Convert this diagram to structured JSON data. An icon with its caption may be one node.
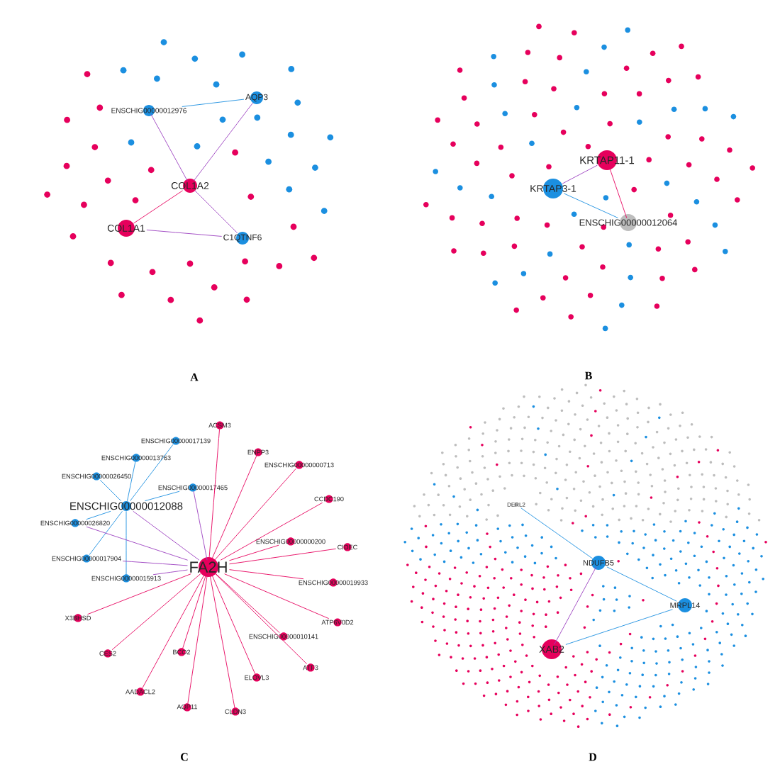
{
  "diagram": {
    "nodes": [
      {
        "text": [
          "COL1A1"
        ]
      },
      {
        "text": [
          "COL1A2"
        ]
      },
      {
        "text": [
          "AQP3"
        ]
      },
      {
        "text": [
          "C1QTNF6"
        ]
      },
      {
        "text": [
          "ENSCHIG00000012976"
        ]
      },
      {
        "text": [
          "KRTAP11-1"
        ]
      },
      {
        "text": [
          "KRTAP3-1"
        ]
      },
      {
        "text": [
          "ENSCHIG00000012064"
        ]
      },
      {
        "text": [
          "FA2H"
        ]
      },
      {
        "text": [
          "ENSCHIG00000012088"
        ]
      },
      {
        "text": [
          "ENSCHIG00000017139"
        ]
      },
      {
        "text": [
          "ENSCHIG00000013763"
        ]
      },
      {
        "text": [
          "ENSCHIG00000026450"
        ]
      },
      {
        "text": [
          "ENSCHIG00000017465"
        ]
      },
      {
        "text": [
          "ENSCHIG00000026820"
        ]
      },
      {
        "text": [
          "ENSCHIG00000017904"
        ]
      },
      {
        "text": [
          "ENSCHIG00000015913"
        ]
      },
      {
        "text": [
          "ACSM3"
        ]
      },
      {
        "text": [
          "ENPP3"
        ]
      },
      {
        "text": [
          "ENSCHIG00000000713"
        ]
      },
      {
        "text": [
          "CCDC190"
        ]
      },
      {
        "text": [
          "ENSCHIG00000000200"
        ]
      },
      {
        "text": [
          "CIDEC"
        ]
      },
      {
        "text": [
          "ENSCHIG00000019933"
        ]
      },
      {
        "text": [
          "ATP6V0D2"
        ]
      },
      {
        "text": [
          "ENSCHIG00000010141"
        ]
      },
      {
        "text": [
          "ATF3"
        ]
      },
      {
        "text": [
          "ELOVL3"
        ]
      },
      {
        "text": [
          "CLDN3"
        ]
      },
      {
        "text": [
          "AQP11"
        ]
      },
      {
        "text": [
          "AADACL2"
        ]
      },
      {
        "text": [
          "BCO2"
        ]
      },
      {
        "text": [
          "CES2"
        ]
      },
      {
        "text": [
          "X3BHSD"
        ]
      },
      {
        "text": [
          "XAB2"
        ]
      },
      {
        "text": [
          "NDUFB5"
        ]
      },
      {
        "text": [
          "MRPL14"
        ]
      },
      {
        "text": [
          "DERL2"
        ]
      }
    ],
    "edges": [
      {
        "from": 0,
        "to": 1,
        "arrow": "none"
      },
      {
        "from": 1,
        "to": 2,
        "arrow": "none",
        "color": "#9b3fc0"
      },
      {
        "from": 1,
        "to": 3,
        "arrow": "none",
        "color": "#9b3fc0"
      },
      {
        "from": 0,
        "to": 3,
        "arrow": "none",
        "color": "#9b3fc0"
      },
      {
        "from": 4,
        "to": 1,
        "arrow": "none",
        "color": "#9b3fc0"
      },
      {
        "from": 4,
        "to": 2,
        "arrow": "none",
        "color": "#1b8fe0"
      },
      {
        "from": 5,
        "to": 6,
        "arrow": "none",
        "color": "#9b3fc0"
      },
      {
        "from": 5,
        "to": 7,
        "arrow": "none"
      },
      {
        "from": 6,
        "to": 7,
        "arrow": "none",
        "color": "#1b8fe0"
      },
      {
        "from": 8,
        "to": 9,
        "arrow": "none",
        "color": "#9b3fc0"
      },
      {
        "from": 9,
        "to": 10,
        "arrow": "none",
        "color": "#1b8fe0"
      },
      {
        "from": 9,
        "to": 11,
        "arrow": "none",
        "color": "#1b8fe0"
      },
      {
        "from": 9,
        "to": 12,
        "arrow": "none",
        "color": "#1b8fe0"
      },
      {
        "from": 9,
        "to": 13,
        "arrow": "none",
        "color": "#1b8fe0"
      },
      {
        "from": 9,
        "to": 14,
        "arrow": "none",
        "color": "#1b8fe0"
      },
      {
        "from": 9,
        "to": 15,
        "arrow": "none",
        "color": "#1b8fe0"
      },
      {
        "from": 9,
        "to": 16,
        "arrow": "none",
        "color": "#1b8fe0"
      },
      {
        "from": 8,
        "to": 13,
        "arrow": "none",
        "color": "#9b3fc0"
      },
      {
        "from": 8,
        "to": 14,
        "arrow": "none",
        "color": "#9b3fc0"
      },
      {
        "from": 8,
        "to": 15,
        "arrow": "none",
        "color": "#9b3fc0"
      },
      {
        "from": 8,
        "to": 16,
        "arrow": "none",
        "color": "#9b3fc0"
      },
      {
        "from": 8,
        "to": 17,
        "arrow": "none"
      },
      {
        "from": 8,
        "to": 18,
        "arrow": "none"
      },
      {
        "from": 8,
        "to": 19,
        "arrow": "none"
      },
      {
        "from": 8,
        "to": 20,
        "arrow": "none"
      },
      {
        "from": 8,
        "to": 21,
        "arrow": "none"
      },
      {
        "from": 8,
        "to": 22,
        "arrow": "none"
      },
      {
        "from": 8,
        "to": 23,
        "arrow": "none"
      },
      {
        "from": 8,
        "to": 24,
        "arrow": "none"
      },
      {
        "from": 8,
        "to": 25,
        "arrow": "none"
      },
      {
        "from": 8,
        "to": 26,
        "arrow": "none"
      },
      {
        "from": 8,
        "to": 27,
        "arrow": "none"
      },
      {
        "from": 8,
        "to": 28,
        "arrow": "none"
      },
      {
        "from": 8,
        "to": 29,
        "arrow": "none"
      },
      {
        "from": 8,
        "to": 30,
        "arrow": "none"
      },
      {
        "from": 8,
        "to": 31,
        "arrow": "none"
      },
      {
        "from": 8,
        "to": 32,
        "arrow": "none"
      },
      {
        "from": 8,
        "to": 33,
        "arrow": "none"
      },
      {
        "from": 34,
        "to": 35,
        "arrow": "none",
        "color": "#9b3fc0"
      },
      {
        "from": 35,
        "to": 36,
        "arrow": "none",
        "color": "#1b8fe0"
      },
      {
        "from": 36,
        "to": 34,
        "arrow": "none",
        "color": "#1b8fe0"
      },
      {
        "from": 37,
        "to": 35,
        "arrow": "none",
        "color": "#1b8fe0"
      }
    ],
    "labels": [
      "A",
      "B",
      "C",
      "D"
    ]
  }
}
